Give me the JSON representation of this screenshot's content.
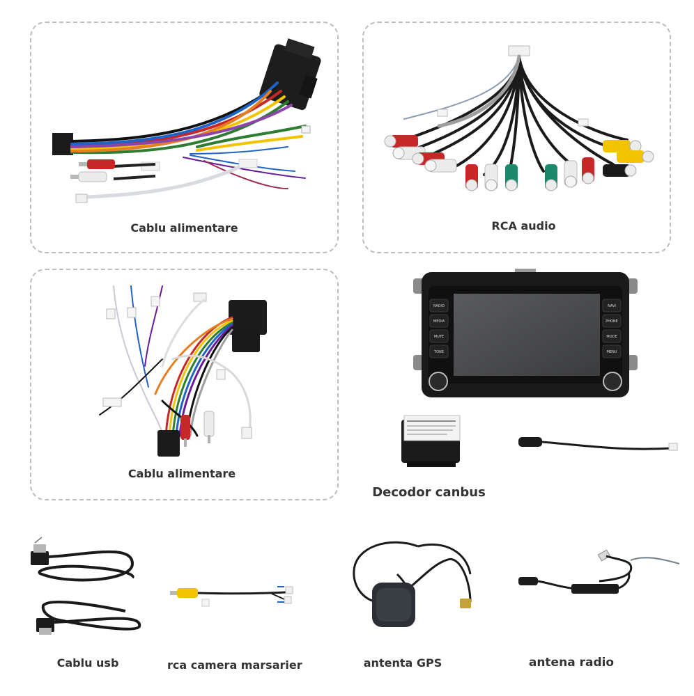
{
  "items": {
    "power_cable_1": {
      "label": "Cablu alimentare"
    },
    "rca_audio": {
      "label": "RCA audio"
    },
    "power_cable_2": {
      "label": "Cablu alimentare"
    },
    "canbus_decoder": {
      "label": "Decodor canbus"
    },
    "usb_cable": {
      "label": "Cablu usb"
    },
    "rear_camera_rca": {
      "label": "rca camera marsarier"
    },
    "gps_antenna": {
      "label": "antenta GPS"
    },
    "radio_antenna": {
      "label": "antena radio"
    }
  },
  "head_unit": {
    "left_buttons": [
      "RADIO",
      "MEDIA",
      "MUTE",
      "TONE"
    ],
    "right_buttons": [
      "NAVI",
      "PHONE",
      "MODE",
      "MENU"
    ]
  },
  "colors": {
    "panel_border": "#bdbdbd",
    "label_text": "#333333",
    "wire_red": "#c62828",
    "wire_yellow": "#f2c400",
    "wire_green": "#2e7d32",
    "wire_blue": "#1e63c8",
    "rca_teal": "#1b8a6b"
  }
}
